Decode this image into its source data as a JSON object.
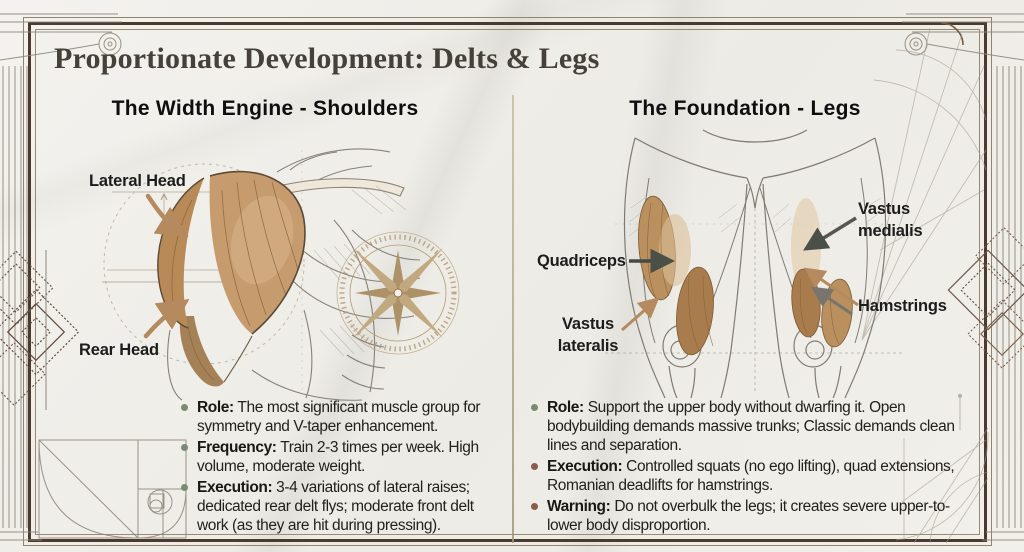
{
  "title": "Proportionate Development: Delts & Legs",
  "left_panel": {
    "heading": "The Width Engine - Shoulders",
    "labels": {
      "lateral_head": "Lateral Head",
      "rear_head": "Rear Head"
    },
    "bullets": [
      {
        "label": "Role:",
        "text": "The most significant muscle group for symmetry and V-taper enhancement."
      },
      {
        "label": "Frequency:",
        "text": "Train 2-3 times per week. High volume, moderate weight."
      },
      {
        "label": "Execution:",
        "text": "3-4 variations of lateral raises; dedicated rear delt flys; moderate front delt work (as they are hit during pressing)."
      }
    ]
  },
  "right_panel": {
    "heading": "The Foundation - Legs",
    "labels": {
      "quadriceps": "Quadriceps",
      "vastus_lateralis": "Vastus lateralis",
      "vastus_medialis": "Vastus medialis",
      "hamstrings": "Hamstrings"
    },
    "bullets": [
      {
        "label": "Role:",
        "text": "Support the upper body without dwarfing it. Open bodybuilding demands massive trunks; Classic demands clean lines and separation."
      },
      {
        "label": "Execution:",
        "text": "Controlled squats (no ego lifting), quad extensions, Romanian deadlifts for hamstrings."
      },
      {
        "label": "Warning:",
        "text": "Do not overbulk the legs; it creates severe upper-to-lower body disproportion."
      }
    ]
  },
  "decorations": {
    "compass_rose": "compass-rose",
    "golden_spiral": "golden-ratio-spiral",
    "columns": "classical-columns",
    "diamonds": "art-deco-diamonds",
    "sketch_lines": "geometric-sketch-lines"
  },
  "colors": {
    "accent_tan": "#b48a5e",
    "muscle_tan": "#c69c6e",
    "bullet_green": "#7b8a76",
    "bullet_brown": "#8a5c4c",
    "frame_brown": "#4c3b2c",
    "divider_tan": "#b3a48c",
    "background": "#f1efeb"
  }
}
